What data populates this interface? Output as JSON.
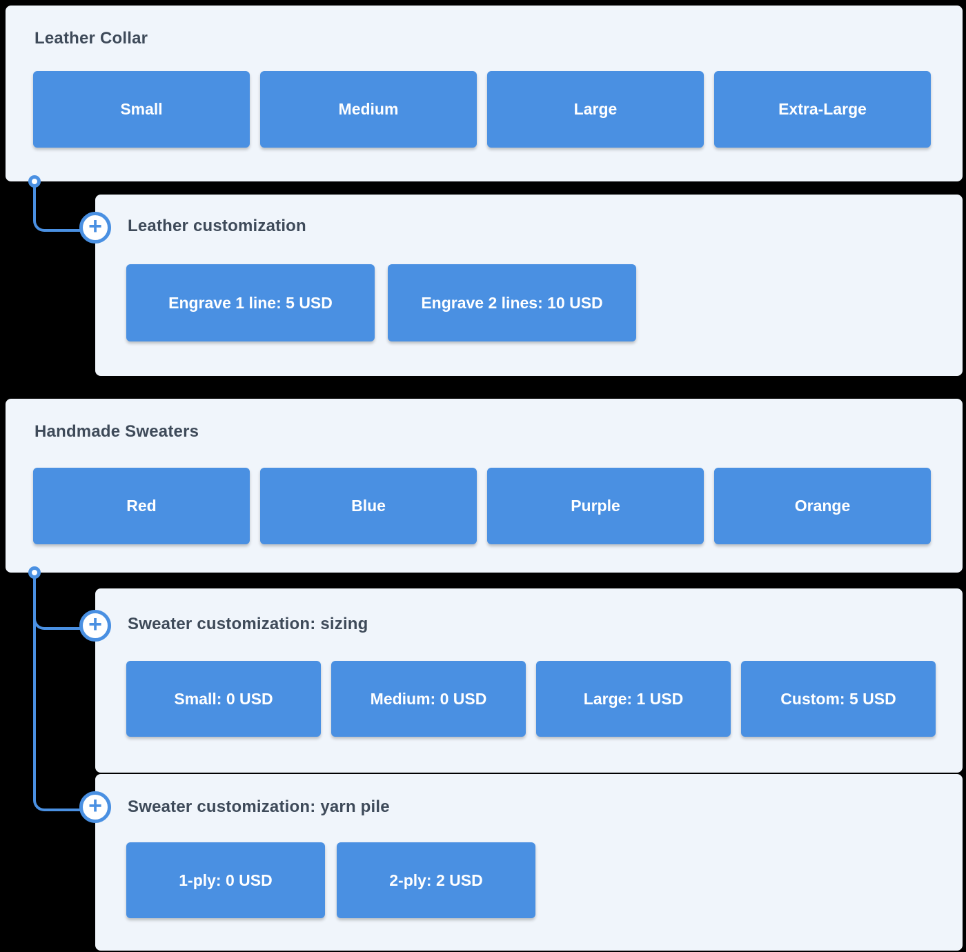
{
  "colors": {
    "accent_blue": "#4A90E2",
    "card_background": "#F0F5FB",
    "title_text": "#3E4A59",
    "button_text": "#FFFFFF",
    "page_background": "#000000"
  },
  "icons": {
    "plus": "+"
  },
  "groups": [
    {
      "title": "Leather Collar",
      "options": [
        "Small",
        "Medium",
        "Large",
        "Extra-Large"
      ],
      "modifier_sets": [
        {
          "title": "Leather customization",
          "options": [
            "Engrave 1 line: 5 USD",
            "Engrave 2 lines: 10 USD"
          ]
        }
      ]
    },
    {
      "title": "Handmade Sweaters",
      "options": [
        "Red",
        "Blue",
        "Purple",
        "Orange"
      ],
      "modifier_sets": [
        {
          "title": "Sweater customization: sizing",
          "options": [
            "Small: 0 USD",
            "Medium: 0 USD",
            "Large: 1 USD",
            "Custom: 5 USD"
          ]
        },
        {
          "title": "Sweater customization: yarn pile",
          "options": [
            "1-ply: 0 USD",
            "2-ply: 2 USD"
          ]
        }
      ]
    }
  ]
}
